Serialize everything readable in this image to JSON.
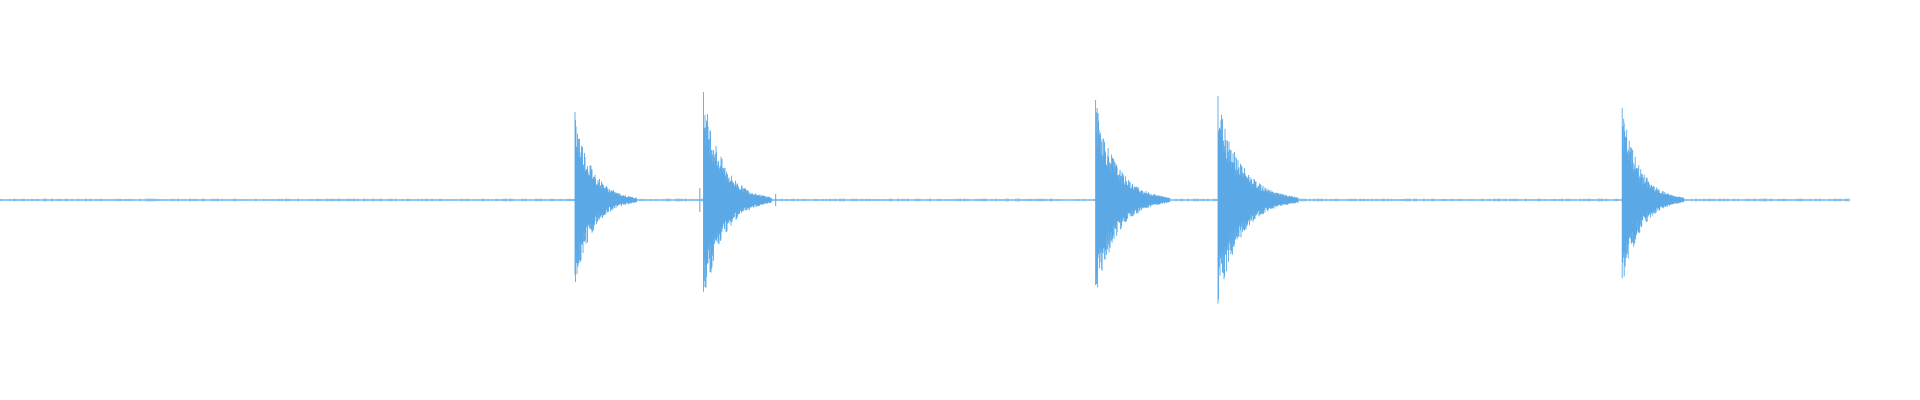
{
  "waveform": {
    "color": "#5aa9e6",
    "background": "#ffffff",
    "duration_fraction_drawn": 0.9635,
    "baseline_amplitude": 0.01,
    "transients": [
      {
        "position": 0.2995,
        "peak": 0.44,
        "decay": 0.02
      },
      {
        "position": 0.3664,
        "peak": 0.54,
        "decay": 0.022
      },
      {
        "position": 0.5706,
        "peak": 0.5,
        "decay": 0.024
      },
      {
        "position": 0.6344,
        "peak": 0.52,
        "decay": 0.026
      },
      {
        "position": 0.8449,
        "peak": 0.46,
        "decay": 0.02
      }
    ],
    "minor_blips": [
      {
        "position": 0.3645,
        "peak": 0.06
      },
      {
        "position": 0.404,
        "peak": 0.03
      }
    ]
  }
}
